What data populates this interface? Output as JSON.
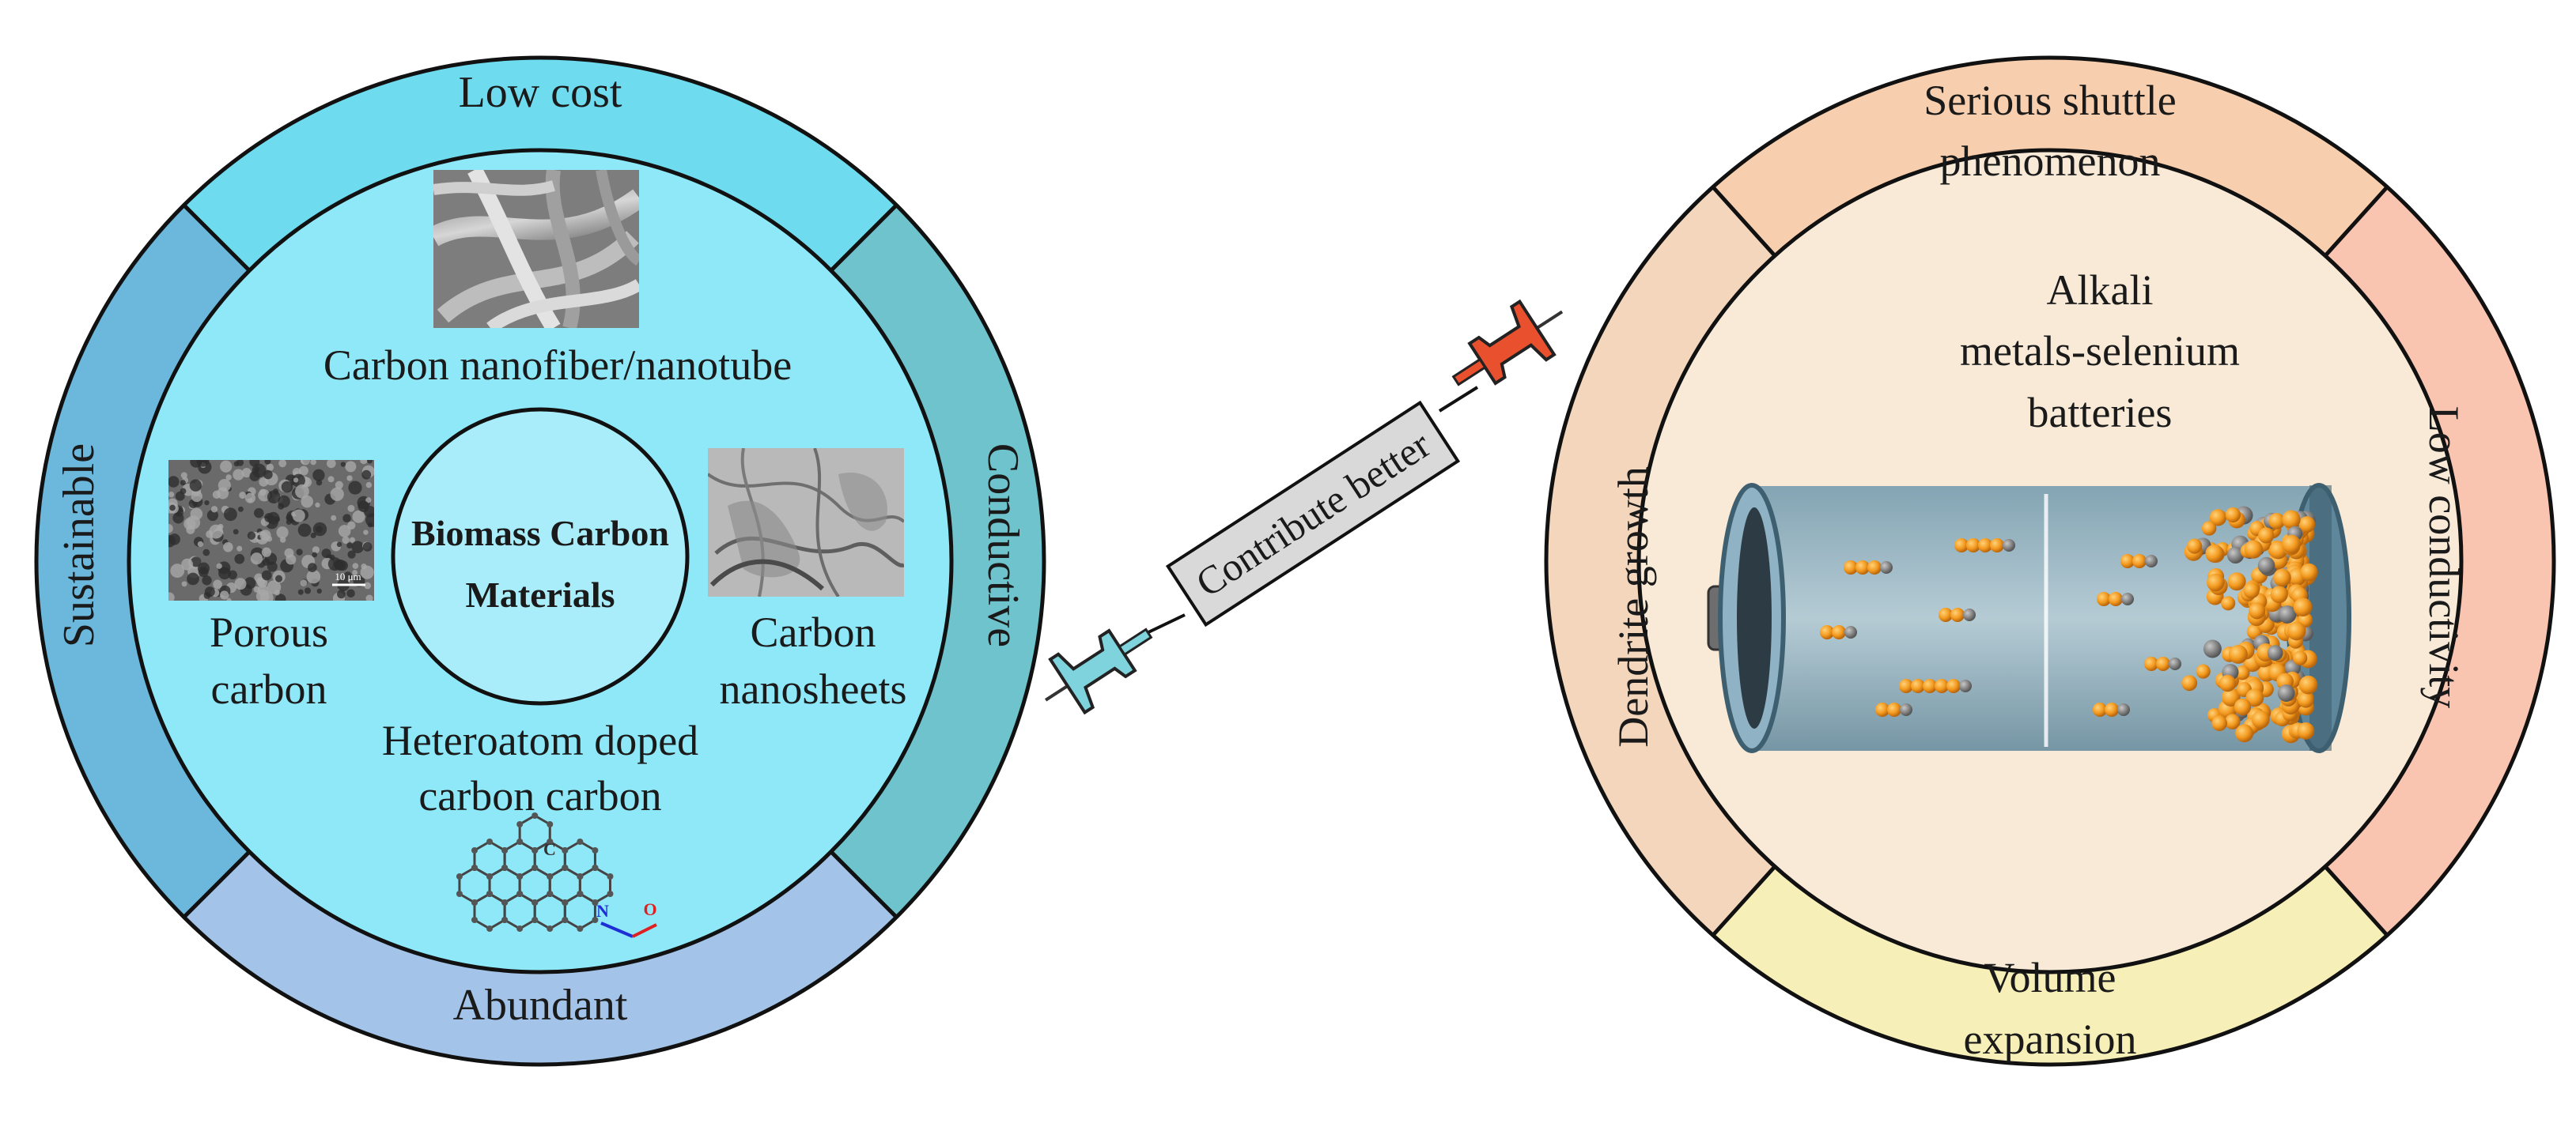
{
  "left_circle": {
    "outer_labels": {
      "top": "Low cost",
      "right": "Conductive",
      "bottom": "Abundant",
      "left": "Sustainable"
    },
    "center_line1": "Biomass Carbon",
    "center_line2": "Materials",
    "items": {
      "nanofiber": "Carbon nanofiber/nanotube",
      "porous_line1": "Porous",
      "porous_line2": "carbon",
      "nanosheets_line1": "Carbon",
      "nanosheets_line2": "nanosheets",
      "heteroatom_line1": "Heteroatom doped",
      "heteroatom_line2": "carbon carbon"
    },
    "micrograph_scale_label": "10 μm",
    "molecule_atoms": {
      "carbon": "C",
      "nitrogen": "N",
      "oxygen": "O"
    }
  },
  "connector_label": "Contribute better",
  "right_circle": {
    "outer_labels": {
      "top_line1": "Serious shuttle",
      "top_line2": "phenomenon",
      "right": "Low conductivity",
      "bottom_line1": "Volume",
      "bottom_line2": "expansion",
      "left": "Dendrite growth"
    },
    "center_line1": "Alkali",
    "center_line2": "metals-selenium",
    "center_line3": "batteries"
  },
  "colors": {
    "left_inner": "#8fe8f7",
    "left_top": "#6fdbee",
    "left_right": "#6ec3cc",
    "left_bottom": "#a3c4e8",
    "left_left": "#6cb8dd",
    "right_inner": "#f8ead7",
    "right_top": "#f8cfae",
    "right_right": "#f9c4b0",
    "right_bottom": "#f7efb8",
    "right_left": "#f3d6bc",
    "pushpin_red": "#e8502e",
    "pushpin_blue": "#7ed3dc",
    "selenium_orange": "#f39a1f"
  }
}
